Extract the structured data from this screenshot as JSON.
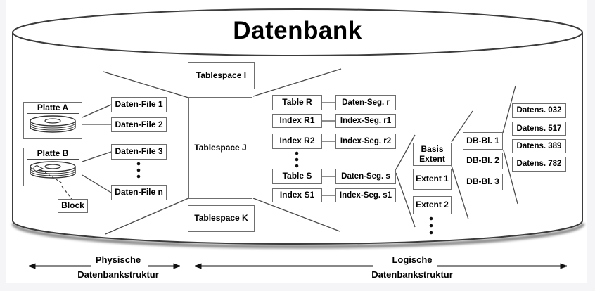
{
  "title": "Datenbank",
  "physical": {
    "platte_a": "Platte A",
    "platte_b": "Platte B",
    "block": "Block",
    "files": [
      "Daten-File 1",
      "Daten-File 2",
      "Daten-File 3",
      "Daten-File n"
    ]
  },
  "tablespaces": [
    "Tablespace I",
    "Tablespace J",
    "Tablespace K"
  ],
  "tables": [
    "Table R",
    "Index R1",
    "Index R2",
    "Table S",
    "Index S1"
  ],
  "segments": [
    "Daten-Seg. r",
    "Index-Seg. r1",
    "Index-Seg. r2",
    "Daten-Seg. s",
    "Index-Seg. s1"
  ],
  "extents": {
    "basis_line1": "Basis",
    "basis_line2": "Extent",
    "extent_1": "Extent 1",
    "extent_2": "Extent 2"
  },
  "db_blocks": [
    "DB-Bl. 1",
    "DB-Bl. 2",
    "DB-Bl. 3"
  ],
  "records": [
    "Datens. 032",
    "Datens. 517",
    "Datens. 389",
    "Datens. 782"
  ],
  "legend": {
    "physical_line1": "Physische",
    "physical_line2": "Datenbankstruktur",
    "logical_line1": "Logische",
    "logical_line2": "Datenbankstruktur"
  },
  "colors": {
    "outline": "#3c3c3c",
    "box_border": "#6f6f6f",
    "connector": "#4a4a4a",
    "text": "#000000",
    "canvas": "#ffffff",
    "page_background": "#f5f5f7"
  }
}
